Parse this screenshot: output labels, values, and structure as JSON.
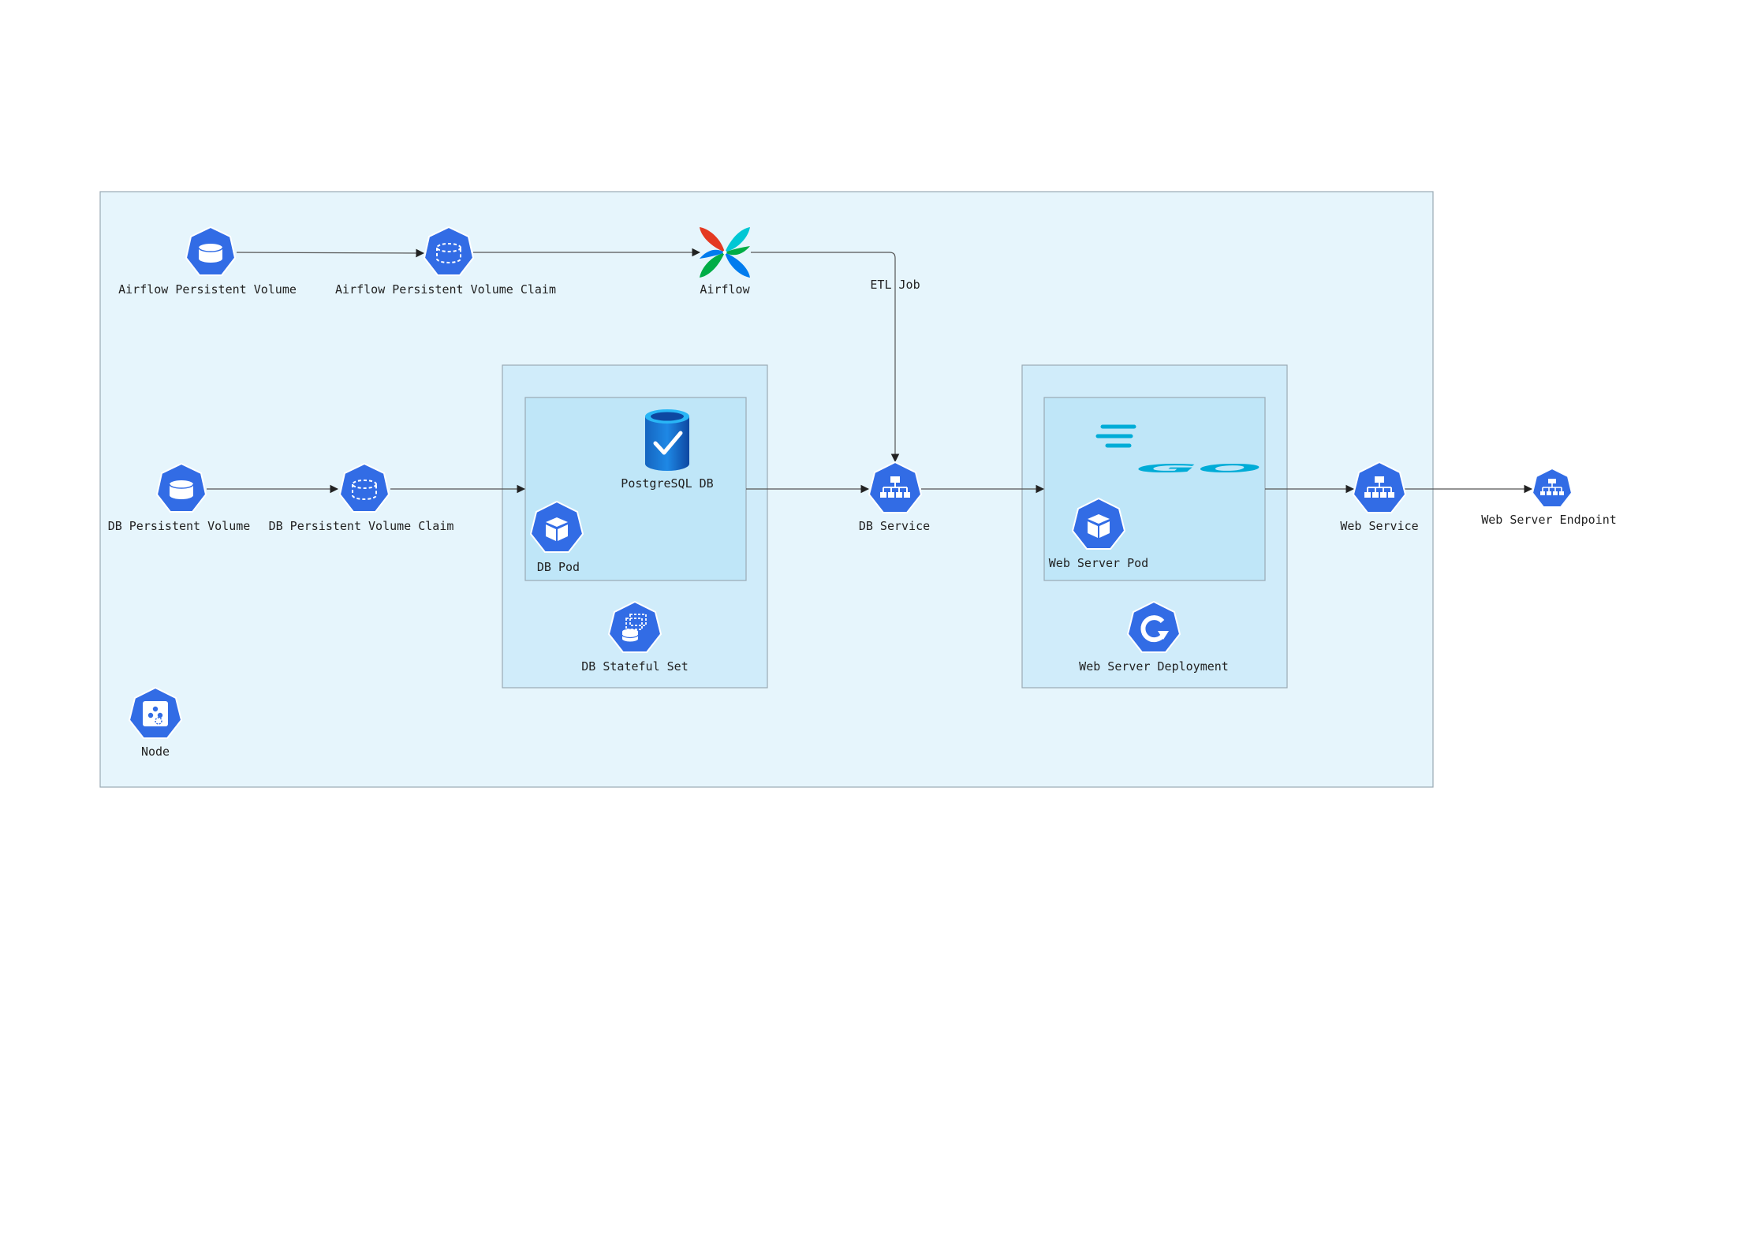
{
  "diagram": {
    "nodes": {
      "airflow_pv": {
        "label": "Airflow Persistent Volume",
        "icon": "k8s-persistent-volume-icon"
      },
      "airflow_pvc": {
        "label": "Airflow Persistent Volume Claim",
        "icon": "k8s-persistent-volume-claim-icon"
      },
      "airflow": {
        "label": "Airflow",
        "icon": "airflow-pinwheel-icon"
      },
      "db_pv": {
        "label": "DB Persistent Volume",
        "icon": "k8s-persistent-volume-icon"
      },
      "db_pvc": {
        "label": "DB Persistent Volume Claim",
        "icon": "k8s-persistent-volume-claim-icon"
      },
      "postgres": {
        "label": "PostgreSQL DB",
        "icon": "database-check-icon"
      },
      "db_pod": {
        "label": "DB Pod",
        "icon": "k8s-pod-icon"
      },
      "db_statefulset": {
        "label": "DB Stateful Set",
        "icon": "k8s-statefulset-icon"
      },
      "db_service": {
        "label": "DB Service",
        "icon": "k8s-service-icon"
      },
      "go_app": {
        "label": "",
        "icon": "go-logo-icon"
      },
      "web_pod": {
        "label": "Web Server Pod",
        "icon": "k8s-pod-icon"
      },
      "web_deployment": {
        "label": "Web Server Deployment",
        "icon": "k8s-deployment-icon"
      },
      "web_service": {
        "label": "Web Service",
        "icon": "k8s-service-icon"
      },
      "web_endpoint": {
        "label": "Web Server Endpoint",
        "icon": "k8s-endpoint-icon"
      },
      "node": {
        "label": "Node",
        "icon": "k8s-node-icon"
      }
    },
    "edges": [
      {
        "from": "airflow_pv",
        "to": "airflow_pvc",
        "label": ""
      },
      {
        "from": "airflow_pvc",
        "to": "airflow",
        "label": ""
      },
      {
        "from": "airflow",
        "to": "db_service",
        "label": "ETL Job"
      },
      {
        "from": "db_pv",
        "to": "db_pvc",
        "label": ""
      },
      {
        "from": "db_pvc",
        "to": "db_pod_group",
        "label": ""
      },
      {
        "from": "db_pod_group",
        "to": "db_service",
        "label": ""
      },
      {
        "from": "db_service",
        "to": "web_pod_group",
        "label": ""
      },
      {
        "from": "web_pod_group",
        "to": "web_service",
        "label": ""
      },
      {
        "from": "web_service",
        "to": "web_endpoint",
        "label": ""
      }
    ],
    "colors": {
      "node_cluster_fill": "#e6f5fc",
      "statefulset_fill": "#d0ecfa",
      "pod_fill": "#bfe6f8",
      "border": "#9aa9b4",
      "k8s_blue": "#326ce5",
      "edge": "#555555",
      "go_cyan": "#00acd7"
    }
  }
}
